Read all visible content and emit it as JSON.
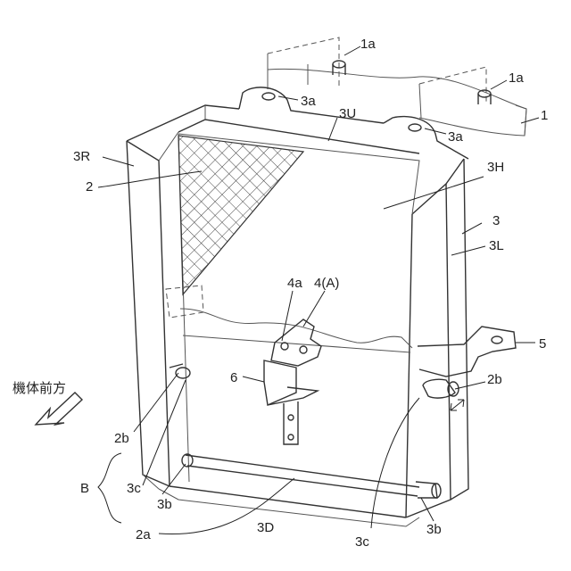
{
  "labels": {
    "l_1a_top": "1a",
    "l_1a_right": "1a",
    "l_1": "1",
    "l_3a_left": "3a",
    "l_3U": "3U",
    "l_3a_right": "3a",
    "l_3R": "3R",
    "l_2": "2",
    "l_3H": "3H",
    "l_3": "3",
    "l_3L": "3L",
    "l_4a": "4a",
    "l_4A": "4(A)",
    "l_5": "5",
    "l_6": "6",
    "l_2b_right": "2b",
    "l_direction": "機体前方",
    "l_2b_left": "2b",
    "l_B": "B",
    "l_3c_left": "3c",
    "l_3b_left": "3b",
    "l_2a": "2a",
    "l_3D": "3D",
    "l_3c_bottom": "3c",
    "l_3b_right": "3b"
  }
}
